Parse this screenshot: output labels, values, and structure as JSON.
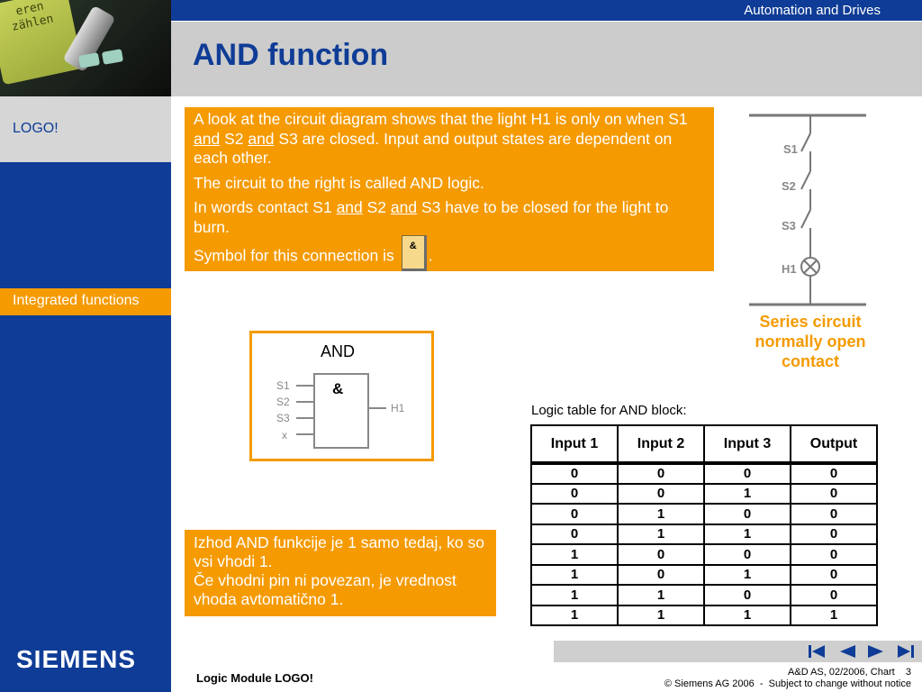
{
  "header": {
    "top_label": "Automation and Drives",
    "title": "AND function",
    "device_display_text": [
      "eren",
      "zählen"
    ]
  },
  "sidebar": {
    "items": [
      {
        "label": "LOGO!"
      },
      {
        "label": "Integrated functions"
      }
    ],
    "brand": "SIEMENS"
  },
  "intro": {
    "p1_pre": "A look at the circuit diagram shows that the light H1 is only on when S1 ",
    "p1_and1": "and",
    "p1_mid": " S2 ",
    "p1_and2": "and",
    "p1_post": " S3 are closed. Input and output states are dependent on each other.",
    "p2": "The circuit to the right is called AND logic.",
    "p3_pre": "In words contact S1 ",
    "p3_and1": "and",
    "p3_mid": " S2 ",
    "p3_and2": "and",
    "p3_post": " S3 have to be closed for the light to burn.",
    "p4_pre": "Symbol for this connection is",
    "p4_symbol": "&",
    "p4_post": "."
  },
  "and_block": {
    "title": "AND",
    "symbol": "&",
    "inputs": [
      "S1",
      "S2",
      "S3",
      "x"
    ],
    "output": "H1"
  },
  "circuit": {
    "switches": [
      "S1",
      "S2",
      "S3"
    ],
    "lamp": "H1",
    "caption": "Series circuit normally open contact"
  },
  "slovene_note": {
    "line1": "Izhod AND funkcije je 1 samo tedaj, ko so vsi vhodi 1.",
    "line2": "Če vhodni pin ni povezan, je vrednost vhoda avtomatično 1."
  },
  "logic_table": {
    "caption": "Logic table for AND block:",
    "headers": [
      "Input 1",
      "Input 2",
      "Input 3",
      "Output"
    ],
    "rows": [
      [
        "0",
        "0",
        "0",
        "0"
      ],
      [
        "0",
        "0",
        "1",
        "0"
      ],
      [
        "0",
        "1",
        "0",
        "0"
      ],
      [
        "0",
        "1",
        "1",
        "0"
      ],
      [
        "1",
        "0",
        "0",
        "0"
      ],
      [
        "1",
        "0",
        "1",
        "0"
      ],
      [
        "1",
        "1",
        "0",
        "0"
      ],
      [
        "1",
        "1",
        "1",
        "1"
      ]
    ]
  },
  "footer": {
    "left": "Logic Module LOGO!",
    "right1": "A&D AS, 02/2006, Chart    3",
    "right2": "© Siemens AG 2006  -  Subject to change without notice"
  },
  "nav": {
    "icons": [
      "first-page-icon",
      "previous-page-icon",
      "next-page-icon",
      "last-page-icon"
    ]
  },
  "colors": {
    "brand_blue": "#0f3c96",
    "accent_orange": "#f59a00",
    "header_gray": "#cccccc"
  }
}
